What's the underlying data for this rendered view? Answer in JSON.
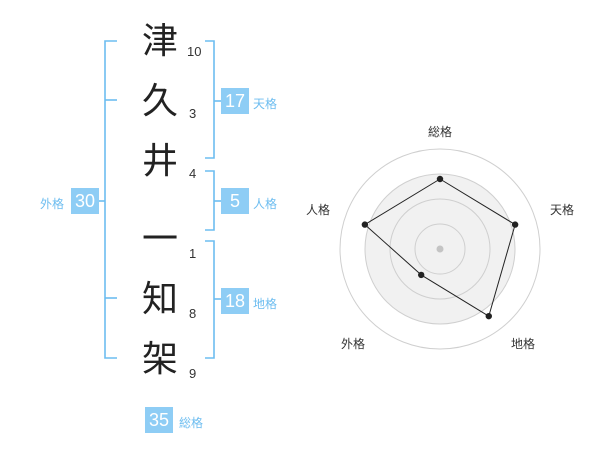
{
  "name_chars": [
    {
      "char": "津",
      "strokes": "10"
    },
    {
      "char": "久",
      "strokes": "3"
    },
    {
      "char": "井",
      "strokes": "4"
    },
    {
      "char": "一",
      "strokes": "1"
    },
    {
      "char": "知",
      "strokes": "8"
    },
    {
      "char": "架",
      "strokes": "9"
    }
  ],
  "kaku": {
    "ten": {
      "value": "17",
      "label": "天格"
    },
    "jin": {
      "value": "5",
      "label": "人格"
    },
    "chi": {
      "value": "18",
      "label": "地格"
    },
    "gai": {
      "value": "30",
      "label": "外格"
    },
    "sou": {
      "value": "35",
      "label": "総格"
    }
  },
  "colors": {
    "accent": "#8ecdf5",
    "bracket": "#6dbdf0",
    "text": "#222222"
  },
  "chart_data": {
    "type": "radar",
    "axes": [
      "総格",
      "天格",
      "地格",
      "外格",
      "人格"
    ],
    "values": [
      0.7,
      0.79,
      0.83,
      0.32,
      0.79
    ],
    "rings": 4
  }
}
